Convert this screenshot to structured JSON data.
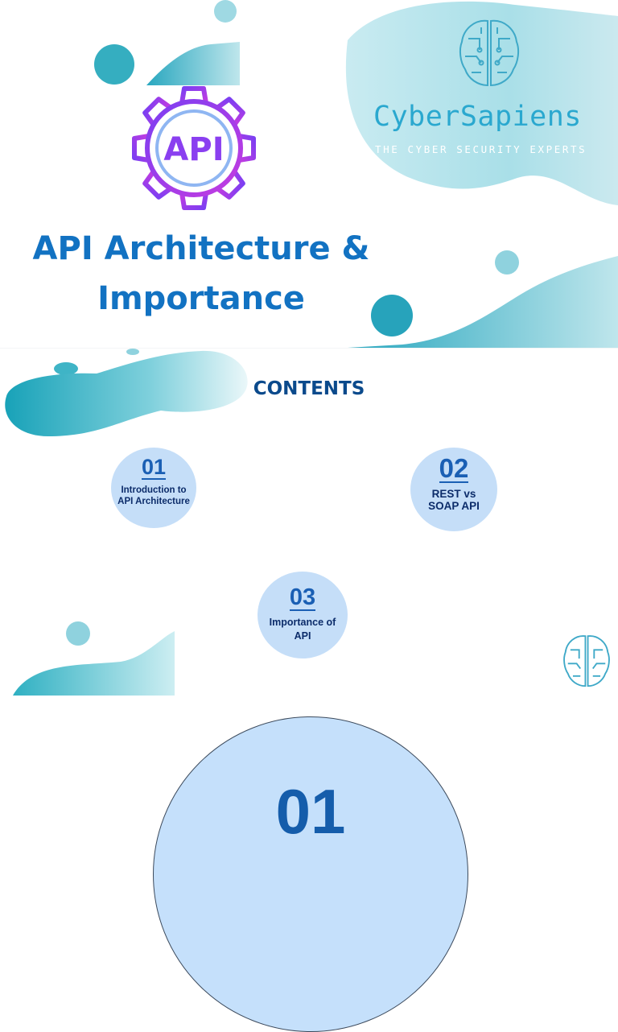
{
  "title_slide": {
    "title_line1": "API Architecture &",
    "title_line2": "Importance",
    "api_badge_text": "API",
    "brand_name": "CyberSapiens",
    "brand_tagline": "THE CYBER SECURITY EXPERTS"
  },
  "contents_slide": {
    "heading": "CONTENTS",
    "items": [
      {
        "number": "01",
        "label_line1": "Introduction to",
        "label_line2": "API Architecture"
      },
      {
        "number": "02",
        "label_line1": "REST vs",
        "label_line2": "SOAP API"
      },
      {
        "number": "03",
        "label_line1": "Importance of",
        "label_line2": "API"
      }
    ]
  },
  "section_slide": {
    "number": "01"
  },
  "colors": {
    "title_blue": "#1272c2",
    "teal": "#2aa8cf",
    "badge_fill": "#c5def8",
    "heading_navy": "#0b4a8c",
    "api_purple": "#8a3ff0"
  },
  "icons": [
    "api-gear-icon",
    "brain-logo-icon"
  ]
}
